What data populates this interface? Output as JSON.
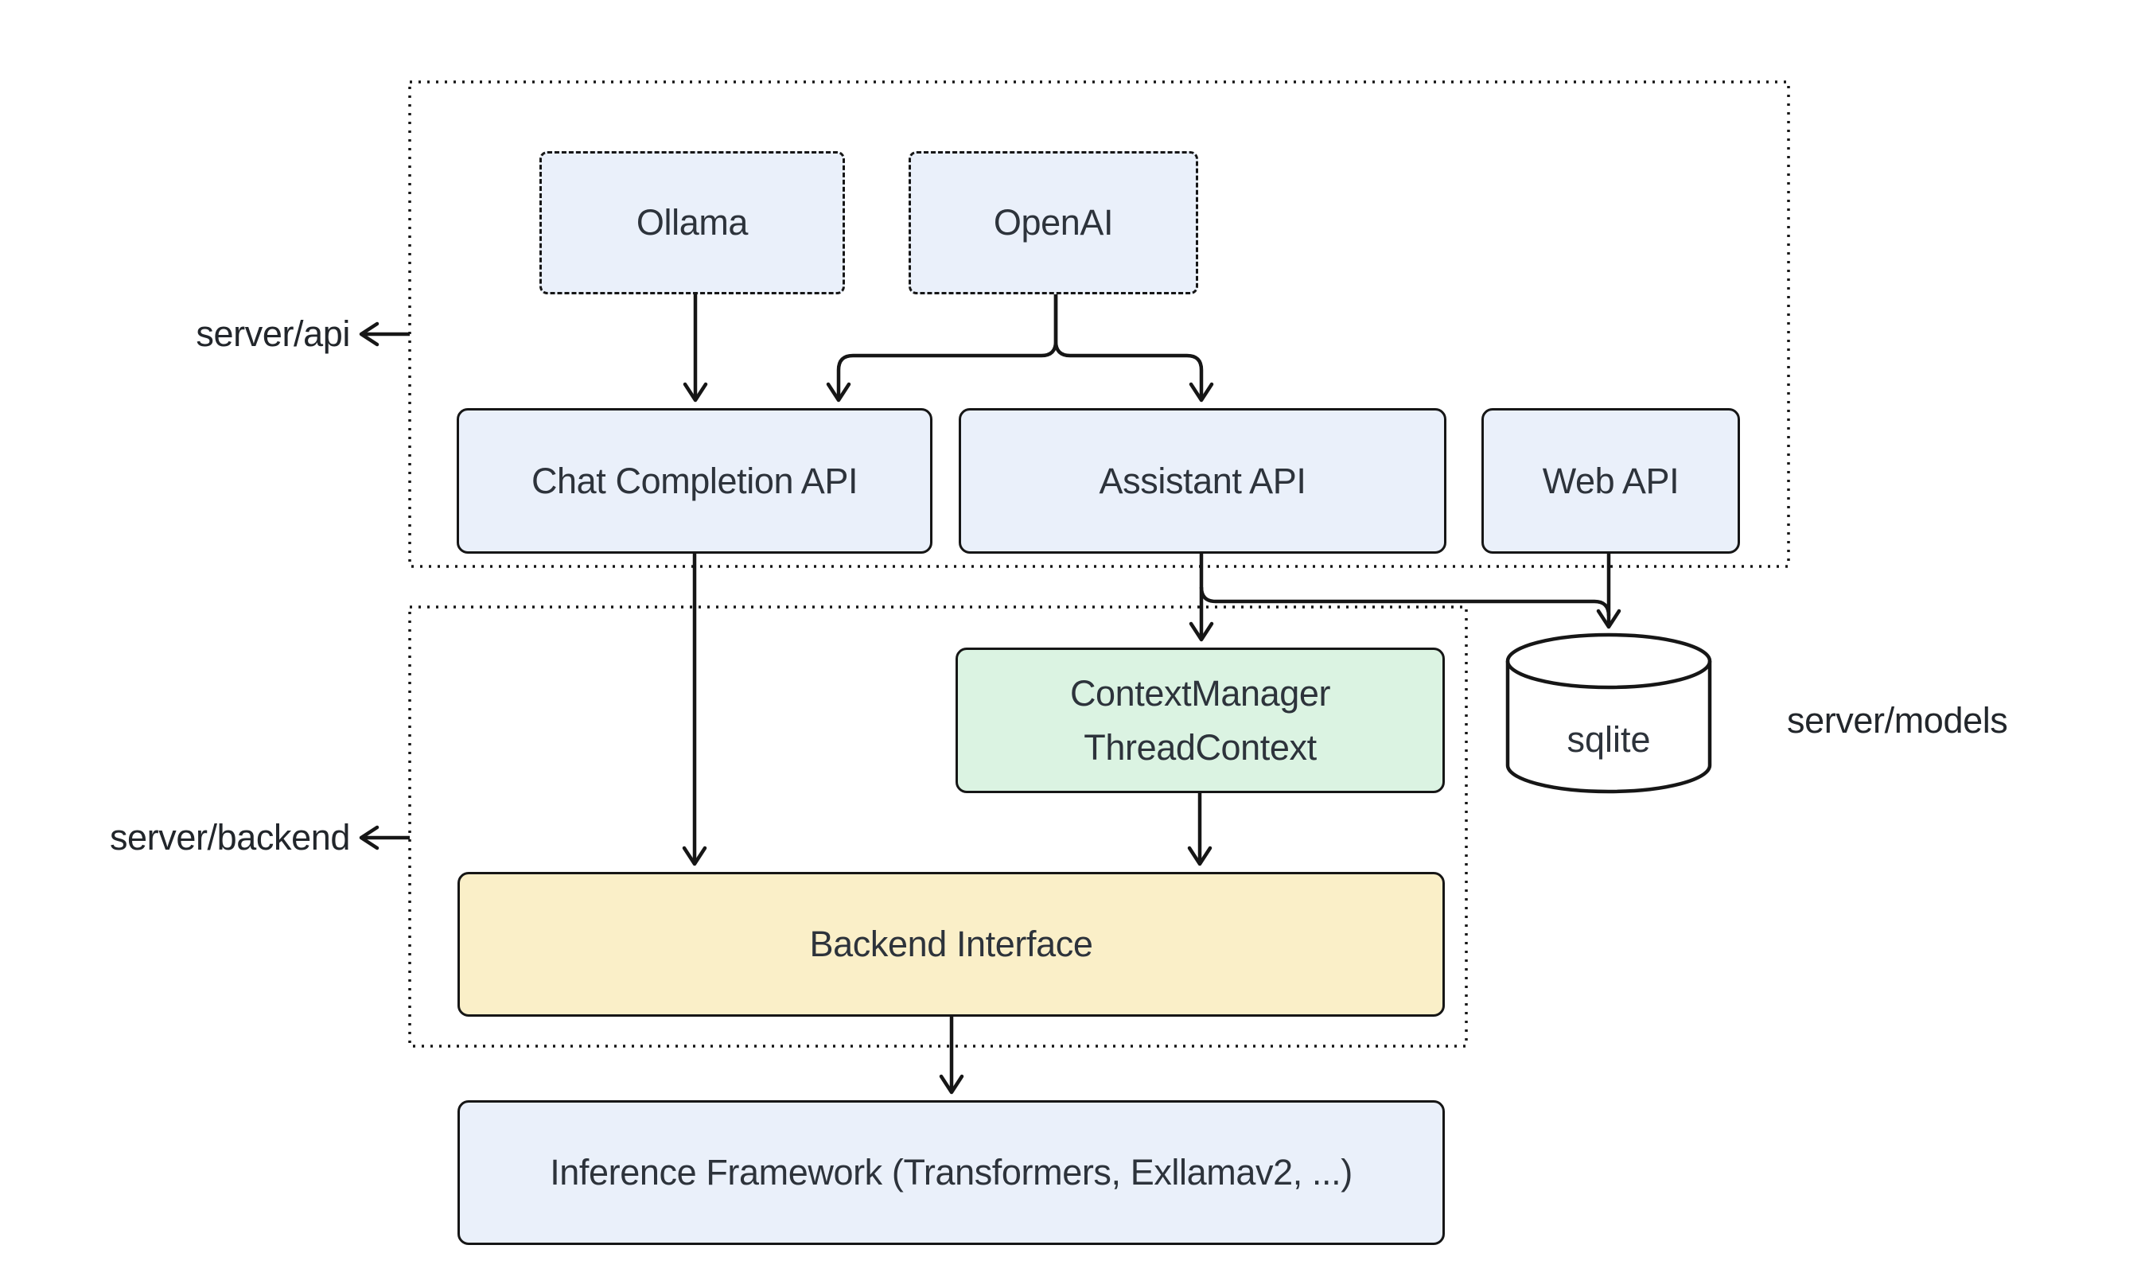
{
  "colors": {
    "background": "#ffffff",
    "line": "#161616",
    "box_text": "#2d333b",
    "label_text": "#22262b",
    "node_blue": "#eaf0fa",
    "node_green": "#dbf3e2",
    "node_yellow": "#faefc8",
    "node_purple": "#e9ddf8"
  },
  "containers": {
    "api": {
      "label": "server/api"
    },
    "backend": {
      "label": "server/backend"
    }
  },
  "nodes": {
    "ollama": {
      "label": "Ollama"
    },
    "openai": {
      "label": "OpenAI"
    },
    "chat_completion_api": {
      "label": "Chat Completion API"
    },
    "assistant_api": {
      "label": "Assistant API"
    },
    "web_api": {
      "label": "Web API"
    },
    "context_manager": {
      "line1": "ContextManager",
      "line2": "ThreadContext"
    },
    "sqlite": {
      "label": "sqlite"
    },
    "backend_interface": {
      "label": "Backend Interface"
    },
    "inference_framework": {
      "label": "Inference Framework (Transformers, Exllamav2, ...)"
    }
  },
  "labels": {
    "models": "server/models"
  }
}
